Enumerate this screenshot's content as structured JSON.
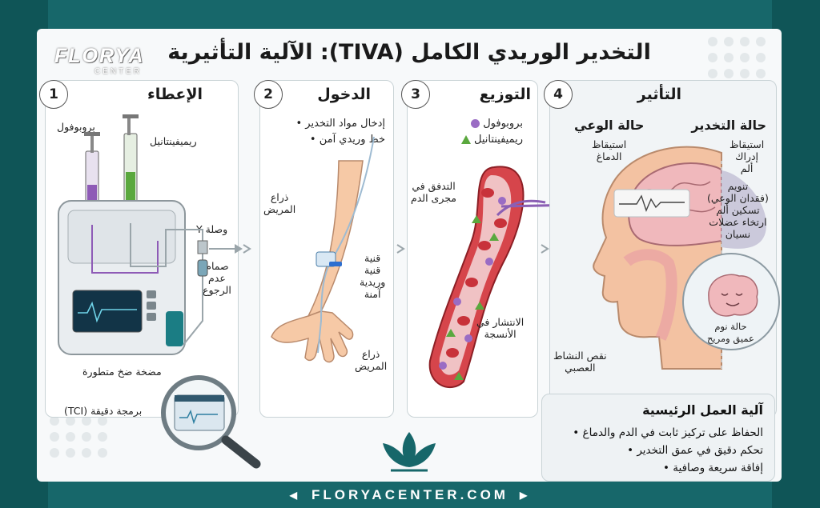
{
  "title": "التخدير الوريدي الكامل (TIVA): الآلية التأثيرية",
  "brand": {
    "name": "FLORYA",
    "sub": "CENTER"
  },
  "footer": "FLORYACENTER.COM",
  "colors": {
    "teal": "#17676a",
    "teal_dark": "#0f5557",
    "purple": "#8e5bb6",
    "green": "#5aa83e",
    "red": "#c8323a"
  },
  "steps": [
    {
      "number": "1",
      "title": "الإعطاء",
      "labels": {
        "propofol": "بروبوفول",
        "remifentanil": "ريميفينتانيل",
        "y_connector": "وصلة Y",
        "check_valve": [
          "صمام",
          "عدم",
          "الرجوع"
        ],
        "pump": "مضخة ضخ متطورة",
        "tci": "برمجة دقيقة (TCI)"
      }
    },
    {
      "number": "2",
      "title": "الدخول",
      "bullets": [
        "إدخال مواد التخدير",
        "خط وريدي آمن"
      ],
      "labels": {
        "arm_top": [
          "ذراع",
          "المريض"
        ],
        "cannula": [
          "قنية",
          "قنية",
          "وريدية",
          "آمنة"
        ],
        "arm_bottom": [
          "ذراع",
          "المريض"
        ]
      }
    },
    {
      "number": "3",
      "title": "التوزيع",
      "legend": [
        {
          "label": "بروبوفول",
          "icon": "circle-icon"
        },
        {
          "label": "ريميفينتانيل",
          "icon": "triangle-icon"
        }
      ],
      "labels": {
        "flow": [
          "التدفق في",
          "مجرى الدم"
        ],
        "diffusion": [
          "الانتشار في",
          "الأنسجة"
        ]
      }
    },
    {
      "number": "4",
      "title": "التأثير",
      "conscious": {
        "title": "حالة الوعي",
        "brain_awake": [
          "استيقاظ",
          "الدماغ"
        ],
        "neural": [
          "نقص النشاط",
          "العصبي"
        ]
      },
      "anesthesia": {
        "title": "حالة التخدير",
        "lines_top": [
          "استيقاظ",
          "إدراك",
          "ألم"
        ],
        "effects": [
          "تنويم",
          "(فقدان الوعي)",
          "تسكين ألم",
          "ارتخاء عضلات",
          "نسيان"
        ],
        "sleep": [
          "حالة نوم",
          "عميق ومريح"
        ]
      }
    }
  ],
  "key_mechanism": {
    "title": "آلية العمل الرئيسية",
    "items": [
      "الحفاظ على تركيز ثابت في الدم والدماغ",
      "تحكم دقيق في عمق التخدير",
      "إفاقة سريعة وصافية"
    ]
  }
}
